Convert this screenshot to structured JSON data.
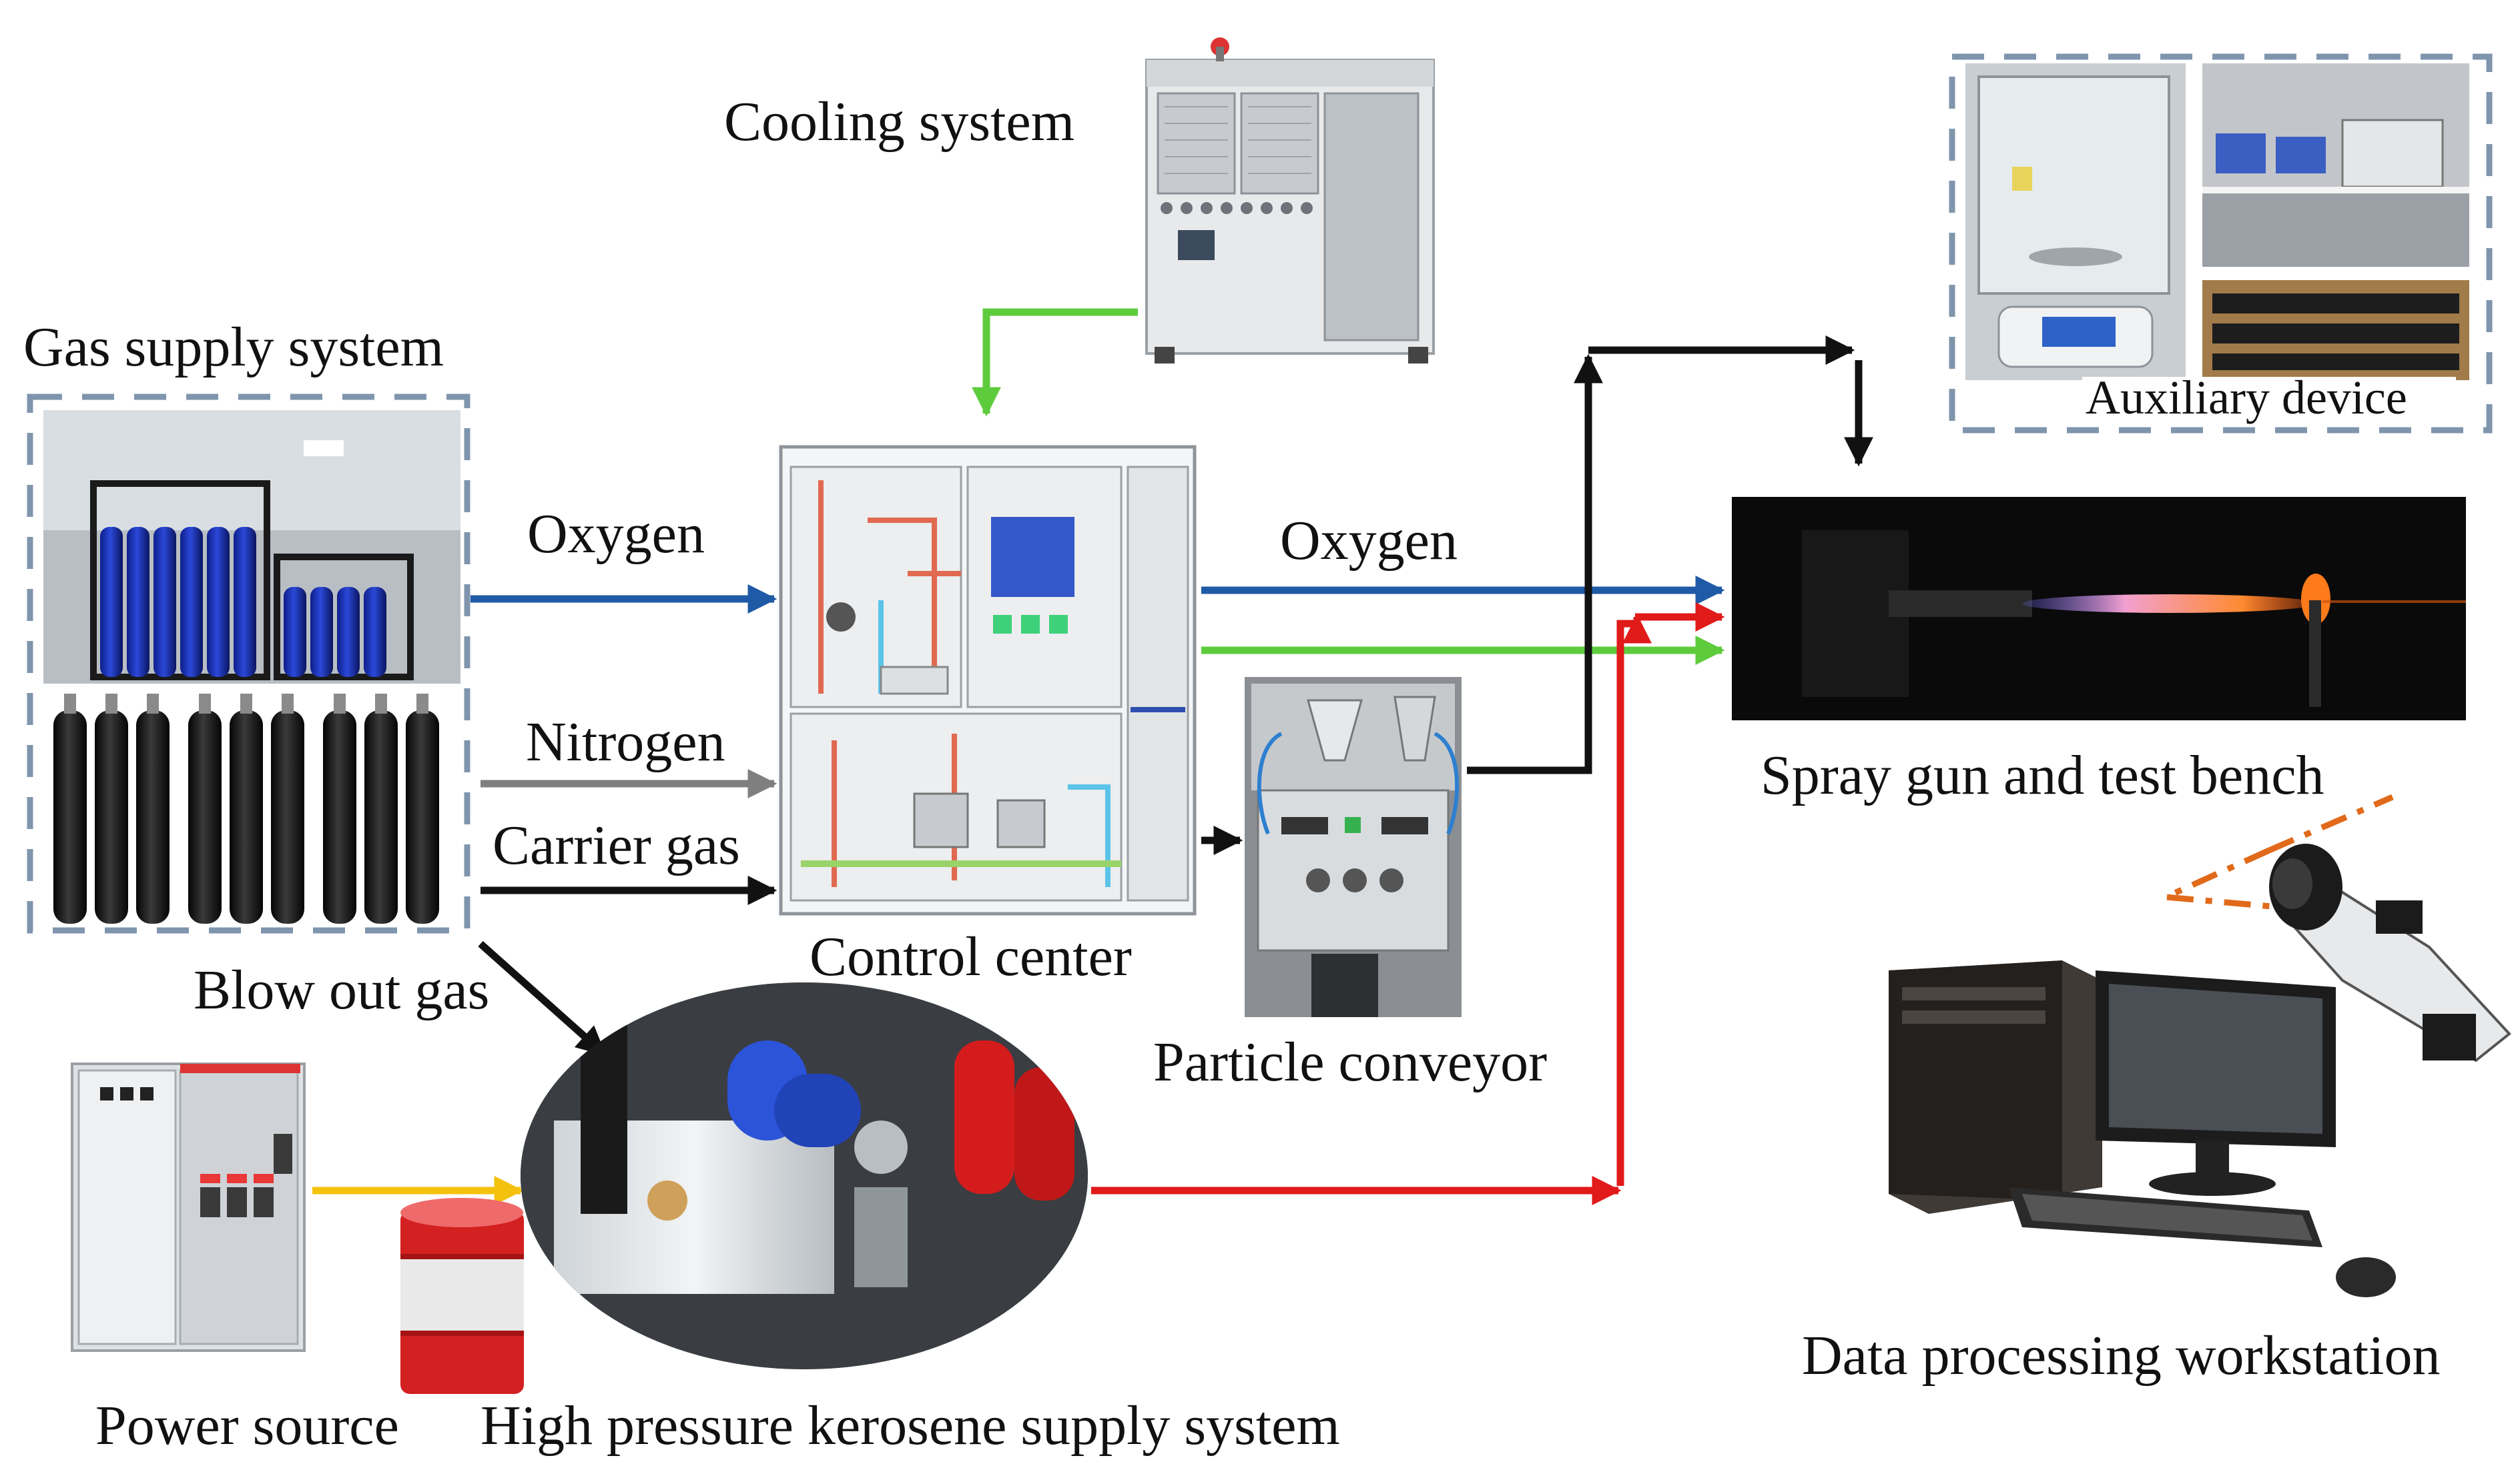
{
  "labels": {
    "cooling_system": "Cooling system",
    "gas_supply_system": "Gas supply system",
    "oxygen_in": "Oxygen",
    "nitrogen": "Nitrogen",
    "carrier_gas": "Carrier gas",
    "blow_out_gas": "Blow out gas",
    "control_center": "Control center",
    "oxygen_out": "Oxygen",
    "particle_conveyor": "Particle conveyor",
    "auxiliary_device": "Auxiliary device",
    "spray_gun_and_test_bench": "Spray gun and test bench",
    "power_source": "Power source",
    "kerosene_supply": "High pressure  kerosene supply system",
    "data_processing_workstation": "Data processing  workstation"
  },
  "colors": {
    "oxygen_line": "#1f5aa6",
    "nitrogen_line": "#7f7f7f",
    "carrier_gas_line": "#111111",
    "cooling_line": "#5ecb3c",
    "kerosene_line": "#e11a1a",
    "power_line": "#f4c20d",
    "dashed_frame": "#7f95ad",
    "camera_fov": "#e06a1a"
  },
  "icons": [
    "cooling-unit-icon",
    "gas-cylinder-rack-icon",
    "gas-cylinders-icon",
    "control-cabinet-icon",
    "particle-conveyor-icon",
    "spray-flame-icon",
    "analytical-balance-icon",
    "lab-bench-icon",
    "sample-tray-icon",
    "power-cabinet-icon",
    "kerosene-pump-icon",
    "fuel-drum-icon",
    "computer-tower-icon",
    "monitor-icon",
    "keyboard-icon",
    "mouse-icon",
    "camera-icon"
  ]
}
